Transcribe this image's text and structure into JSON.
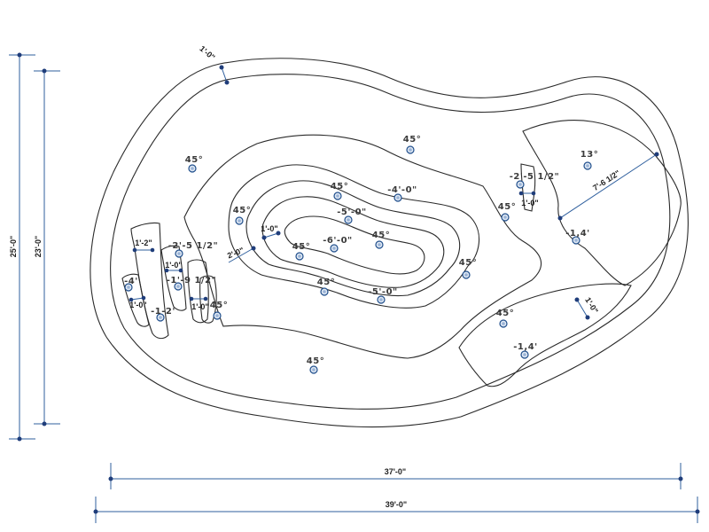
{
  "dimensions": {
    "outer_height": "25'-0\"",
    "inner_height": "23'-0\"",
    "inner_width": "37'-0\"",
    "outer_width": "39'-0\"",
    "coping_top": "1'-0\"",
    "step_band": "2'-0\"",
    "ledge_band": "1'-0\"",
    "left_step_1": "1'-2\"",
    "left_step_2": "1'-0\"",
    "left_step_3": "1'-0\"",
    "left_step_4": "1'-0\"",
    "right_seat": "1'-0\"",
    "right_width": "7'-6 1/2\"",
    "right_step": "1'-0\""
  },
  "labels": {
    "slope_45": "45°",
    "slope_13": "13°",
    "depth_4_0": "-4'-0\"",
    "depth_5_0": "-5'-0\"",
    "depth_6_0": "-6'-0\"",
    "depth_2_5h": "-2'-5 1/2\"",
    "depth_1_9h": "-1'-9 1/2\"",
    "depth_1_2": "-1-2'",
    "depth_4": "-4'",
    "depth_1_4": "-1,4'",
    "depth_1_4b": "-1,4'"
  }
}
